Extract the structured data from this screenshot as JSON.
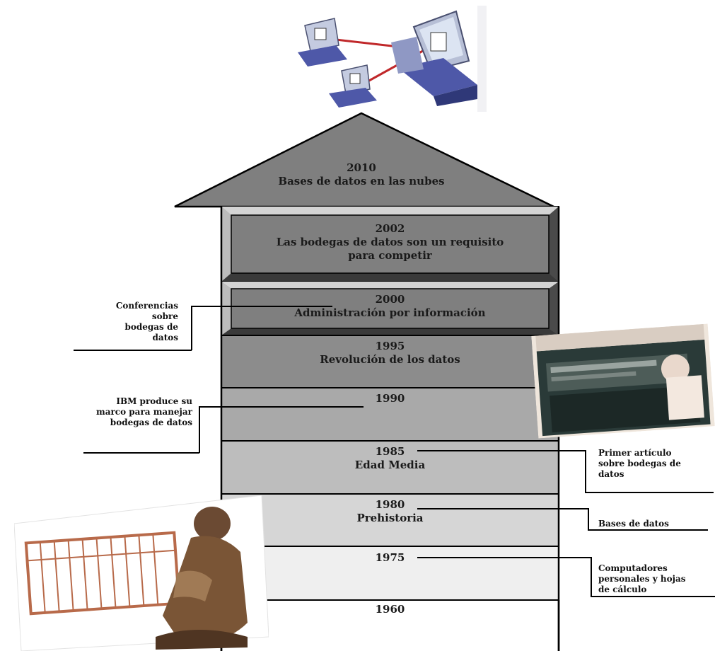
{
  "colors": {
    "arrow_head": "#7f7f7f",
    "band_2002": "#7f7f7f",
    "band_2000": "#7f7f7f",
    "band_1995": "#8c8c8c",
    "band_1990": "#a9a9a9",
    "band_1985": "#bdbdbd",
    "band_1980": "#d6d6d6",
    "band_1975": "#efefef",
    "outline": "#000000"
  },
  "timeline": {
    "head": {
      "year": "2010",
      "text": "Bases de datos en las nubes"
    },
    "bands": [
      {
        "key": "2002",
        "year": "2002",
        "text": "Las bodegas de datos son un requisito para competir",
        "style": "beveled"
      },
      {
        "key": "2000",
        "year": "2000",
        "text": "Administración por información",
        "style": "beveled"
      },
      {
        "key": "1995",
        "year": "1995",
        "text": "Revolución de los datos",
        "style": "flat"
      },
      {
        "key": "1990",
        "year": "1990",
        "text": "",
        "style": "flat"
      },
      {
        "key": "1985",
        "year": "1985",
        "text": "Edad Media",
        "style": "flat"
      },
      {
        "key": "1980",
        "year": "1980",
        "text": "Prehistoria",
        "style": "flat"
      },
      {
        "key": "1975",
        "year": "1975",
        "text": "",
        "style": "flat"
      },
      {
        "key": "1960",
        "year": "1960",
        "text": "",
        "style": "open"
      }
    ]
  },
  "notes": {
    "left_conferencias": "Conferencias sobre bodegas de datos",
    "left_ibm": "IBM produce su marco para manejar bodegas de datos",
    "right_primer": "Primer artículo sobre bodegas de datos",
    "right_bases": "Bases de datos",
    "right_computadores": "Computadores personales y hojas de cálculo"
  },
  "images": {
    "top": "networked-computers-illustration",
    "right": "mainframe-computer-photo",
    "left": "abacus-statue-photo"
  }
}
